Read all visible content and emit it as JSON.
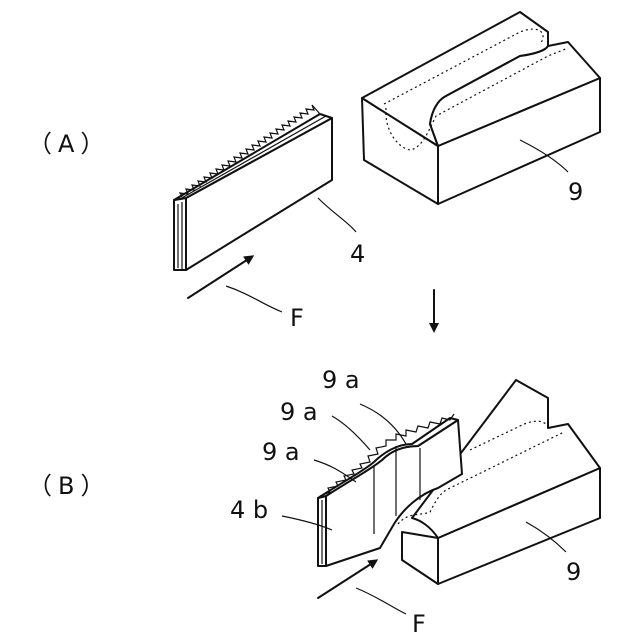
{
  "panels": {
    "a": "（A）",
    "b": "（B）"
  },
  "labels": {
    "core_a": "4",
    "die_a": "9",
    "force_a": "F",
    "die_b": "9",
    "force_b": "F",
    "core_b": "4 b",
    "fold_1": "9 a",
    "fold_2": "9 a",
    "fold_3": "9 a"
  },
  "colors": {
    "line": "#111111",
    "background": "#ffffff"
  }
}
